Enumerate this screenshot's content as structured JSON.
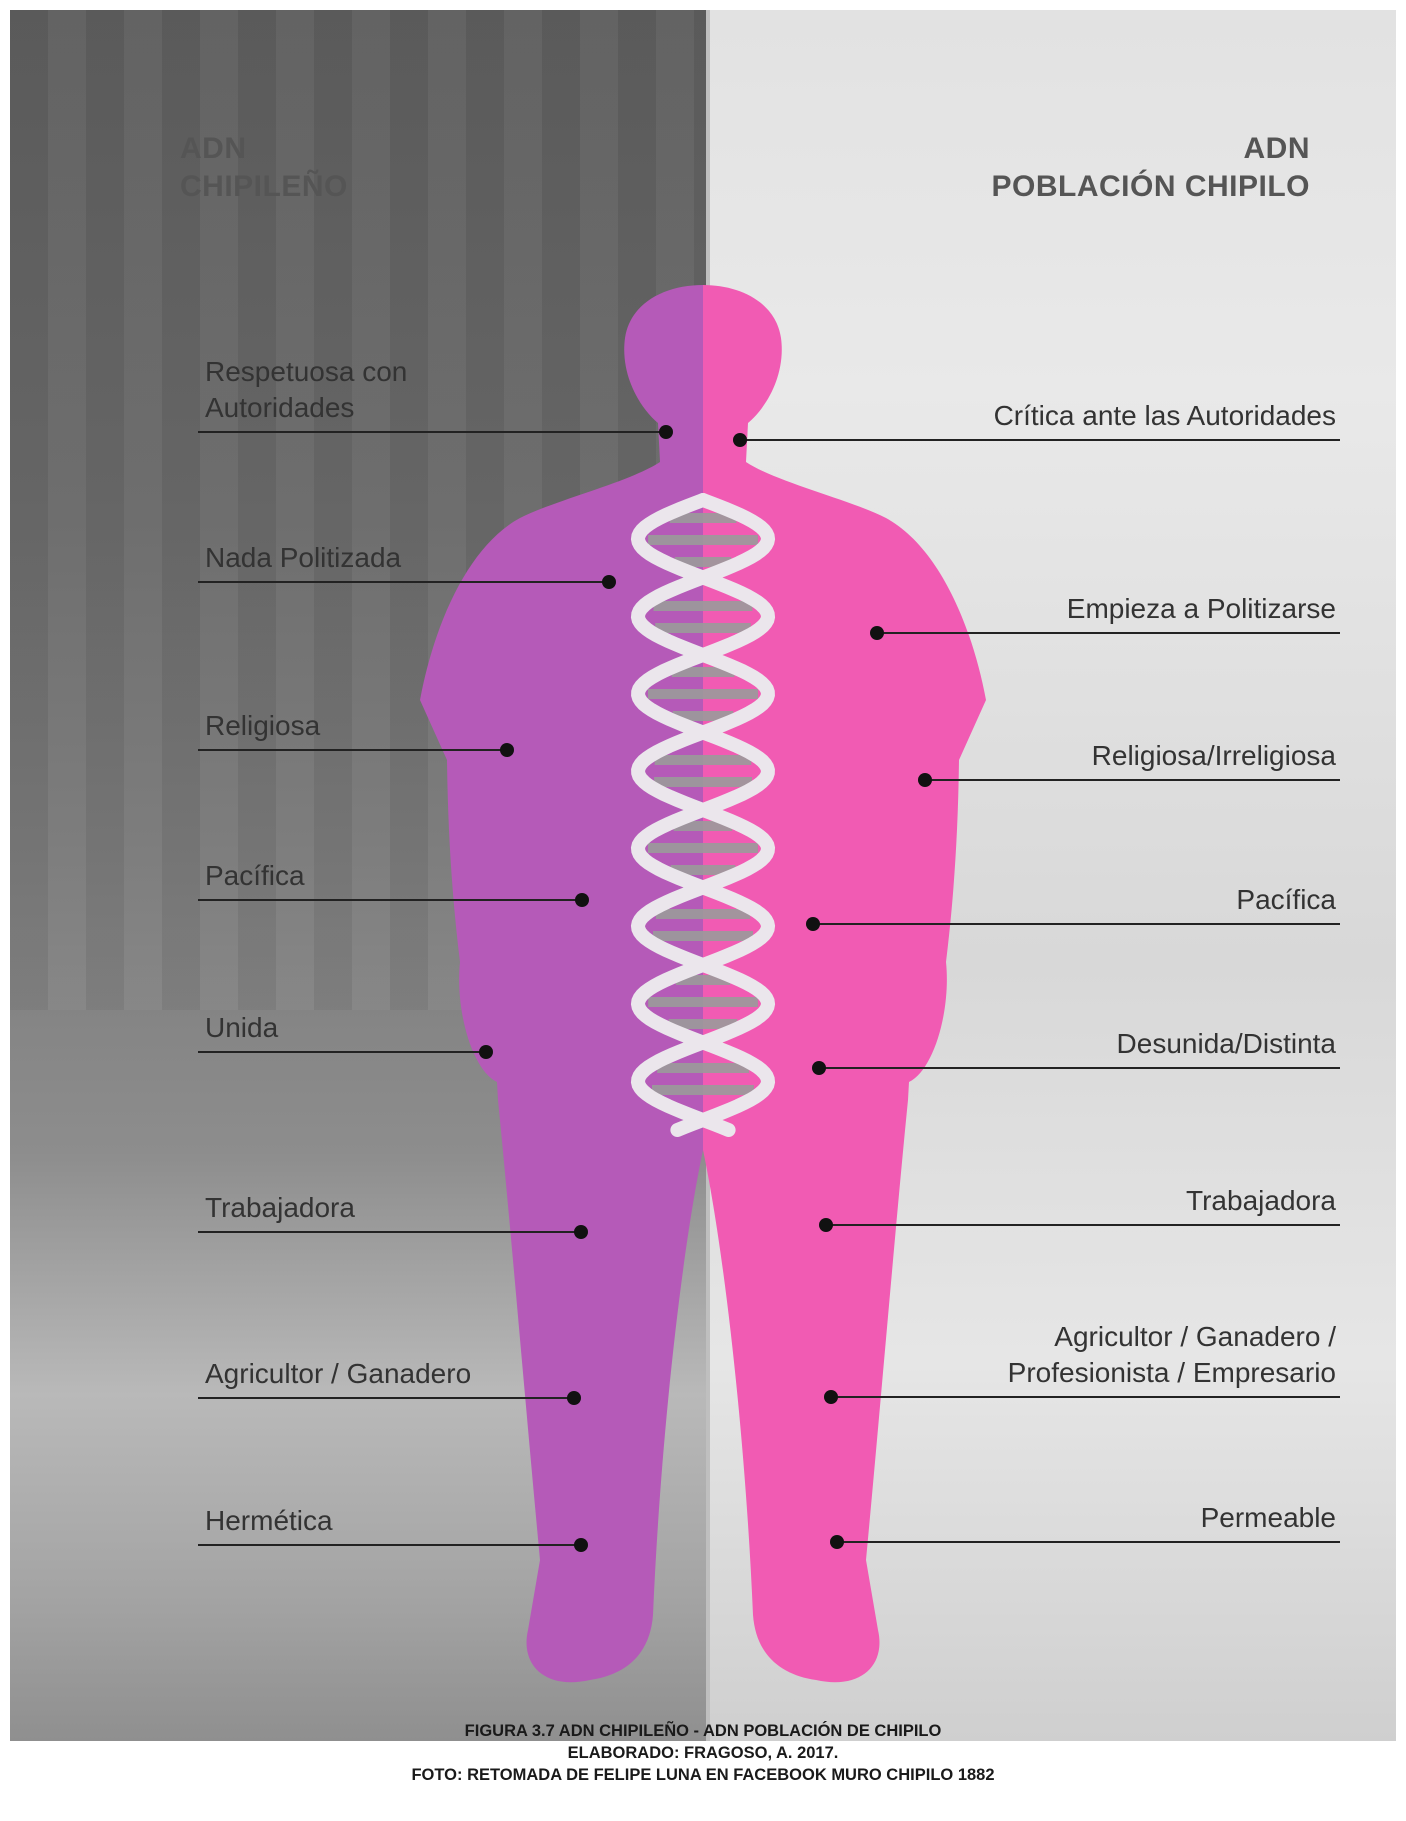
{
  "headings": {
    "left": {
      "line1": "ADN",
      "line2": "CHIPILEÑO"
    },
    "right": {
      "line1": "ADN",
      "line2": "POBLACIÓN CHIPILO"
    }
  },
  "colors": {
    "left_body": "#b55ab8",
    "right_body": "#f15bb3",
    "helix": "#ebe6ec",
    "rung": "#9a9a9a",
    "label_line": "#222222"
  },
  "left_traits": [
    "Respetuosa con\nAutoridades",
    "Nada Politizada",
    "Religiosa",
    "Pacífica",
    "Unida",
    "Trabajadora",
    "Agricultor / Ganadero",
    "Hermética"
  ],
  "right_traits": [
    "Crítica ante las Autoridades",
    "Empieza a Politizarse",
    "Religiosa/Irreligiosa",
    "Pacífica",
    "Desunida/Distinta",
    "Trabajadora",
    "Agricultor / Ganadero /\nProfesionista / Empresario",
    "Permeable"
  ],
  "caption": {
    "line1": "FIGURA 3.7 ADN CHIPILEÑO - ADN POBLACIÓN DE CHIPILO",
    "line2": "ELABORADO: FRAGOSO, A. 2017.",
    "line3": "FOTO: RETOMADA DE FELIPE LUNA EN FACEBOOK MURO CHIPILO 1882"
  }
}
